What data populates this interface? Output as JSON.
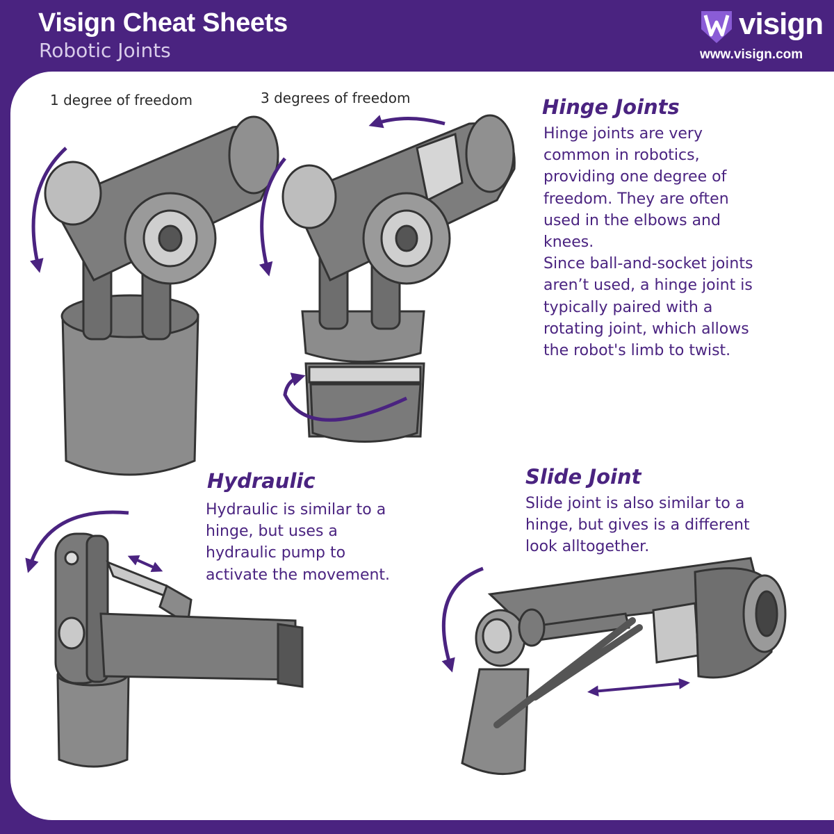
{
  "header": {
    "title": "Visign Cheat Sheets",
    "subtitle": "Robotic Joints"
  },
  "brand": {
    "wordmark": "visign",
    "url": "www.visign.com",
    "mark_letter": "W",
    "accent": "#4a2380",
    "mark_color": "#8a5cd6"
  },
  "labels": {
    "one_dof": "1 degree of freedom",
    "three_dof": "3 degrees of freedom"
  },
  "sections": {
    "hinge": {
      "title": "Hinge Joints",
      "lines": [
        "Hinge joints are very",
        "common in robotics,",
        "providing one degree of",
        "freedom. They are often",
        "used in the elbows and",
        "knees.",
        "Since ball-and-socket joints",
        "aren’t used, a hinge joint is",
        "typically paired with a",
        "rotating joint, which allows",
        "the robot's limb to twist."
      ]
    },
    "hydraulic": {
      "title": "Hydraulic",
      "lines": [
        "Hydraulic is similar to a",
        "hinge, but uses a",
        "hydraulic pump to",
        "activate the movement."
      ]
    },
    "slide": {
      "title": "Slide Joint",
      "lines": [
        "Slide joint is also similar to a",
        "hinge, but gives is a different",
        "look alltogether."
      ]
    }
  },
  "icons": {
    "rotation_arrow": "curved-arrow-icon",
    "slide_arrow": "double-arrow-icon"
  }
}
